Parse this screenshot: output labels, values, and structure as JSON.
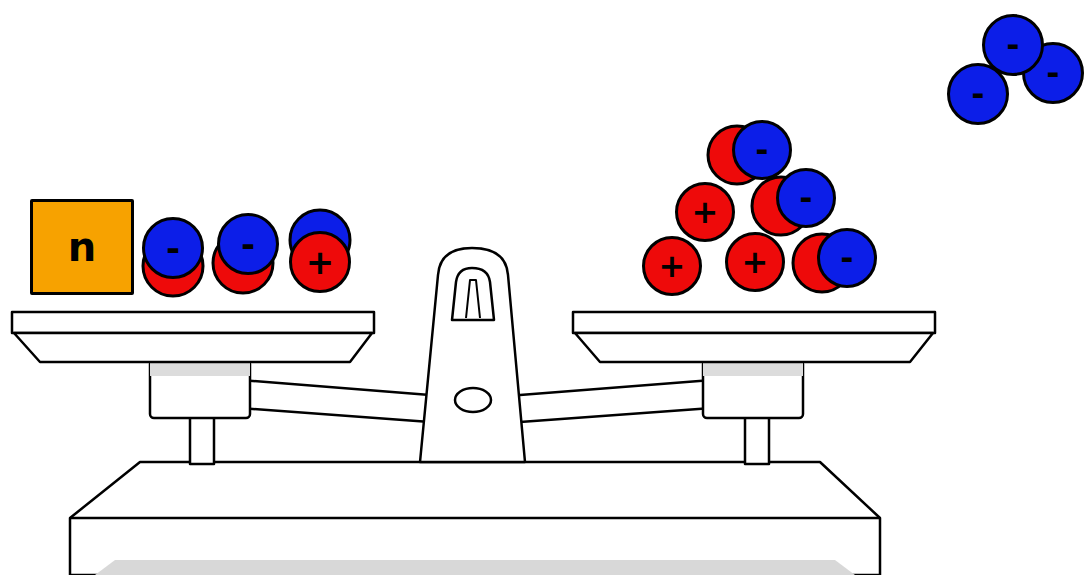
{
  "diagram": {
    "nodes": [
      {
        "text": [
          "n"
        ]
      },
      {
        "text": [
          "-"
        ]
      },
      {
        "text": [
          "-"
        ]
      },
      {
        "text": [
          "+"
        ]
      },
      {
        "text": [
          "-"
        ]
      },
      {
        "text": [
          "+"
        ]
      },
      {
        "text": [
          "-"
        ]
      },
      {
        "text": [
          "+"
        ]
      },
      {
        "text": [
          "+"
        ]
      },
      {
        "text": [
          "-"
        ]
      },
      {
        "text": [
          "-"
        ]
      },
      {
        "text": [
          "-"
        ]
      },
      {
        "text": [
          "-"
        ]
      }
    ]
  }
}
